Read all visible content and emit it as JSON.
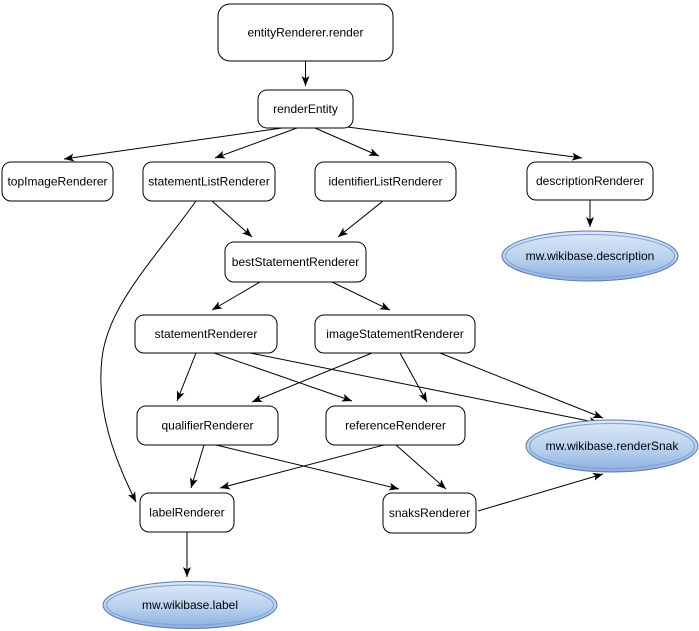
{
  "diagram": {
    "type": "flowchart-call-graph",
    "colors": {
      "background": "#ffffff",
      "box_fill": "#ffffff",
      "box_stroke": "#000000",
      "edge_color": "#000000",
      "ellipse_fill_top": "#dde9f8",
      "ellipse_fill_mid": "#b8d1ee",
      "ellipse_fill_bottom": "#8cb0e0",
      "ellipse_stroke": "#567aa9",
      "ellipse_inner_stroke": "#7e9fd0"
    },
    "nodes": {
      "entity": {
        "label": "entityRenderer.render",
        "shape": "rounded-box"
      },
      "renderEntity": {
        "label": "renderEntity",
        "shape": "rounded-box"
      },
      "topImage": {
        "label": "topImageRenderer",
        "shape": "rounded-box"
      },
      "statementList": {
        "label": "statementListRenderer",
        "shape": "rounded-box"
      },
      "identifierList": {
        "label": "identifierListRenderer",
        "shape": "rounded-box"
      },
      "description": {
        "label": "descriptionRenderer",
        "shape": "rounded-box"
      },
      "descriptionApi": {
        "label": "mw.wikibase.description",
        "shape": "ellipse"
      },
      "bestStatement": {
        "label": "bestStatementRenderer",
        "shape": "rounded-box"
      },
      "statement": {
        "label": "statementRenderer",
        "shape": "rounded-box"
      },
      "imageStatement": {
        "label": "imageStatementRenderer",
        "shape": "rounded-box"
      },
      "qualifier": {
        "label": "qualifierRenderer",
        "shape": "rounded-box"
      },
      "reference": {
        "label": "referenceRenderer",
        "shape": "rounded-box"
      },
      "renderSnakApi": {
        "label": "mw.wikibase.renderSnak",
        "shape": "ellipse"
      },
      "labelNode": {
        "label": "labelRenderer",
        "shape": "rounded-box"
      },
      "snaks": {
        "label": "snaksRenderer",
        "shape": "rounded-box"
      },
      "labelApi": {
        "label": "mw.wikibase.label",
        "shape": "ellipse"
      }
    },
    "edges": [
      {
        "from": "entityRenderer.render",
        "to": "renderEntity"
      },
      {
        "from": "renderEntity",
        "to": "topImageRenderer"
      },
      {
        "from": "renderEntity",
        "to": "statementListRenderer"
      },
      {
        "from": "renderEntity",
        "to": "identifierListRenderer"
      },
      {
        "from": "renderEntity",
        "to": "descriptionRenderer"
      },
      {
        "from": "descriptionRenderer",
        "to": "mw.wikibase.description"
      },
      {
        "from": "statementListRenderer",
        "to": "bestStatementRenderer"
      },
      {
        "from": "identifierListRenderer",
        "to": "bestStatementRenderer"
      },
      {
        "from": "statementListRenderer",
        "to": "labelRenderer"
      },
      {
        "from": "bestStatementRenderer",
        "to": "statementRenderer"
      },
      {
        "from": "bestStatementRenderer",
        "to": "imageStatementRenderer"
      },
      {
        "from": "statementRenderer",
        "to": "qualifierRenderer"
      },
      {
        "from": "statementRenderer",
        "to": "referenceRenderer"
      },
      {
        "from": "statementRenderer",
        "to": "mw.wikibase.renderSnak"
      },
      {
        "from": "imageStatementRenderer",
        "to": "qualifierRenderer"
      },
      {
        "from": "imageStatementRenderer",
        "to": "referenceRenderer"
      },
      {
        "from": "imageStatementRenderer",
        "to": "mw.wikibase.renderSnak"
      },
      {
        "from": "qualifierRenderer",
        "to": "labelRenderer"
      },
      {
        "from": "qualifierRenderer",
        "to": "snaksRenderer"
      },
      {
        "from": "referenceRenderer",
        "to": "labelRenderer"
      },
      {
        "from": "referenceRenderer",
        "to": "snaksRenderer"
      },
      {
        "from": "snaksRenderer",
        "to": "mw.wikibase.renderSnak"
      },
      {
        "from": "labelRenderer",
        "to": "mw.wikibase.label"
      }
    ]
  }
}
